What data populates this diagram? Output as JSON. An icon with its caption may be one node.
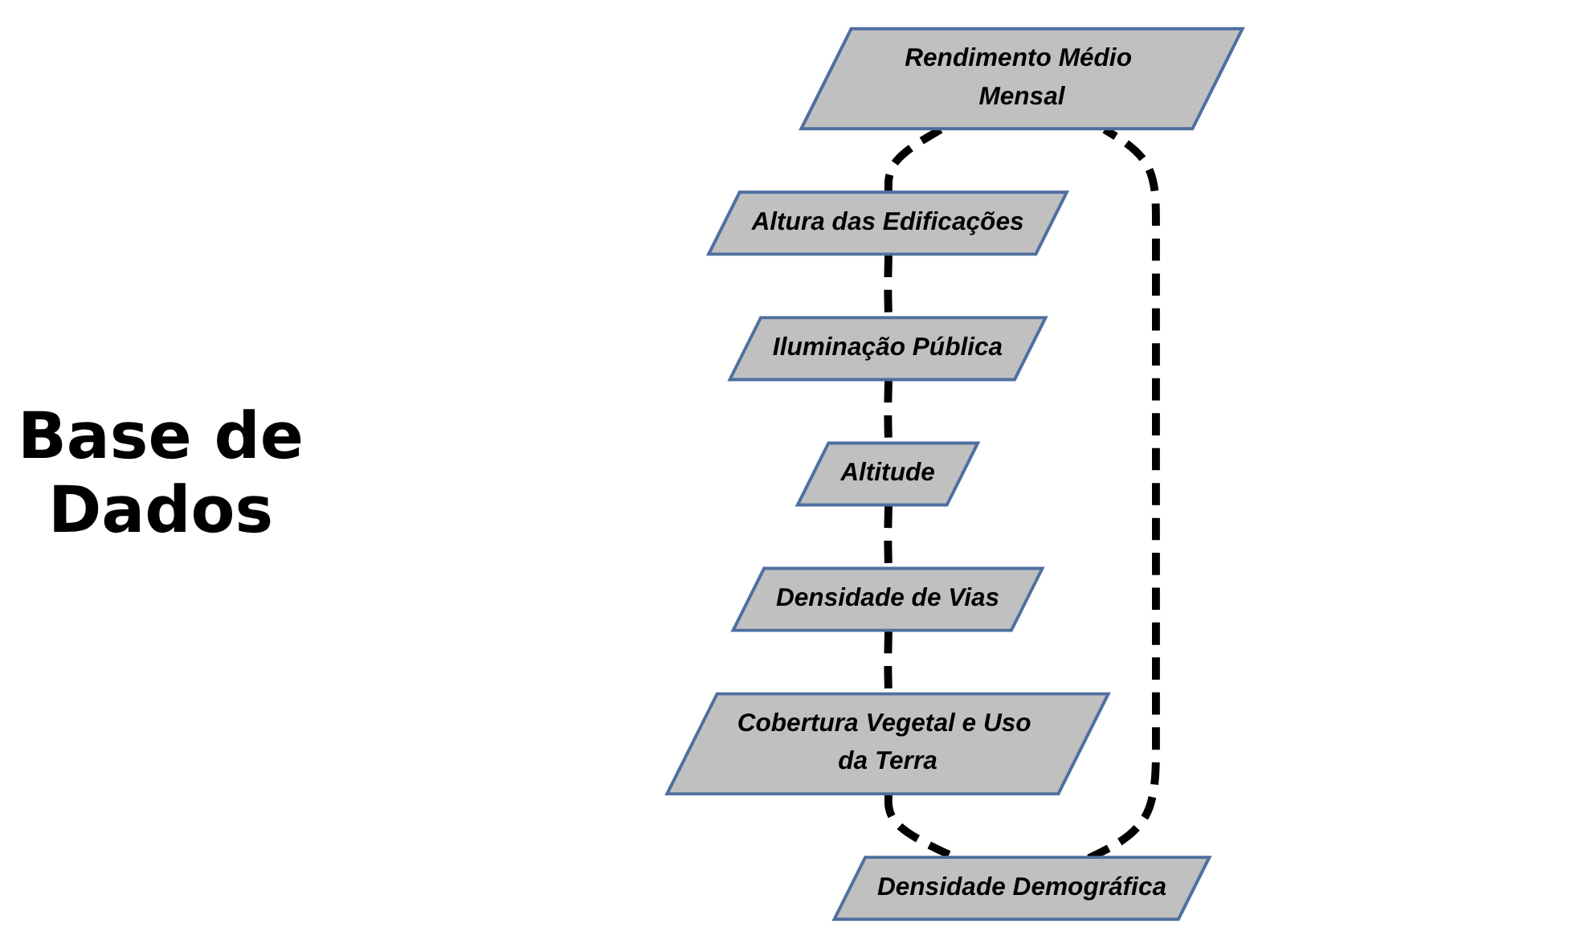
{
  "diagram": {
    "nodes": [
      {
        "text": [
          "Rendimento Médio Mensal"
        ]
      },
      {
        "text": [
          "Altura das Edificações"
        ]
      },
      {
        "text": [
          "Densidade Demográfica"
        ]
      },
      {
        "text": [
          "Iluminação Pública"
        ]
      },
      {
        "text": [
          "Cobertura Vegetal e Uso da Terra"
        ]
      },
      {
        "text": [
          "Altitude"
        ]
      },
      {
        "text": [
          "Densidade de Vias"
        ]
      }
    ],
    "edges": [
      {
        "from": 0,
        "to": 1,
        "arrow": "none",
        "style": "dashed"
      },
      {
        "from": 1,
        "to": 3,
        "arrow": "none",
        "style": "dashed"
      },
      {
        "from": 3,
        "to": 5,
        "arrow": "none",
        "style": "dashed"
      },
      {
        "from": 5,
        "to": 6,
        "arrow": "none",
        "style": "dashed"
      },
      {
        "from": 6,
        "to": 4,
        "arrow": "none",
        "style": "dashed"
      },
      {
        "from": 4,
        "to": 2,
        "arrow": "none",
        "style": "dashed"
      },
      {
        "from": 2,
        "to": 0,
        "arrow": "none",
        "style": "dashed"
      }
    ],
    "labels": [
      "Base de Dados"
    ]
  }
}
